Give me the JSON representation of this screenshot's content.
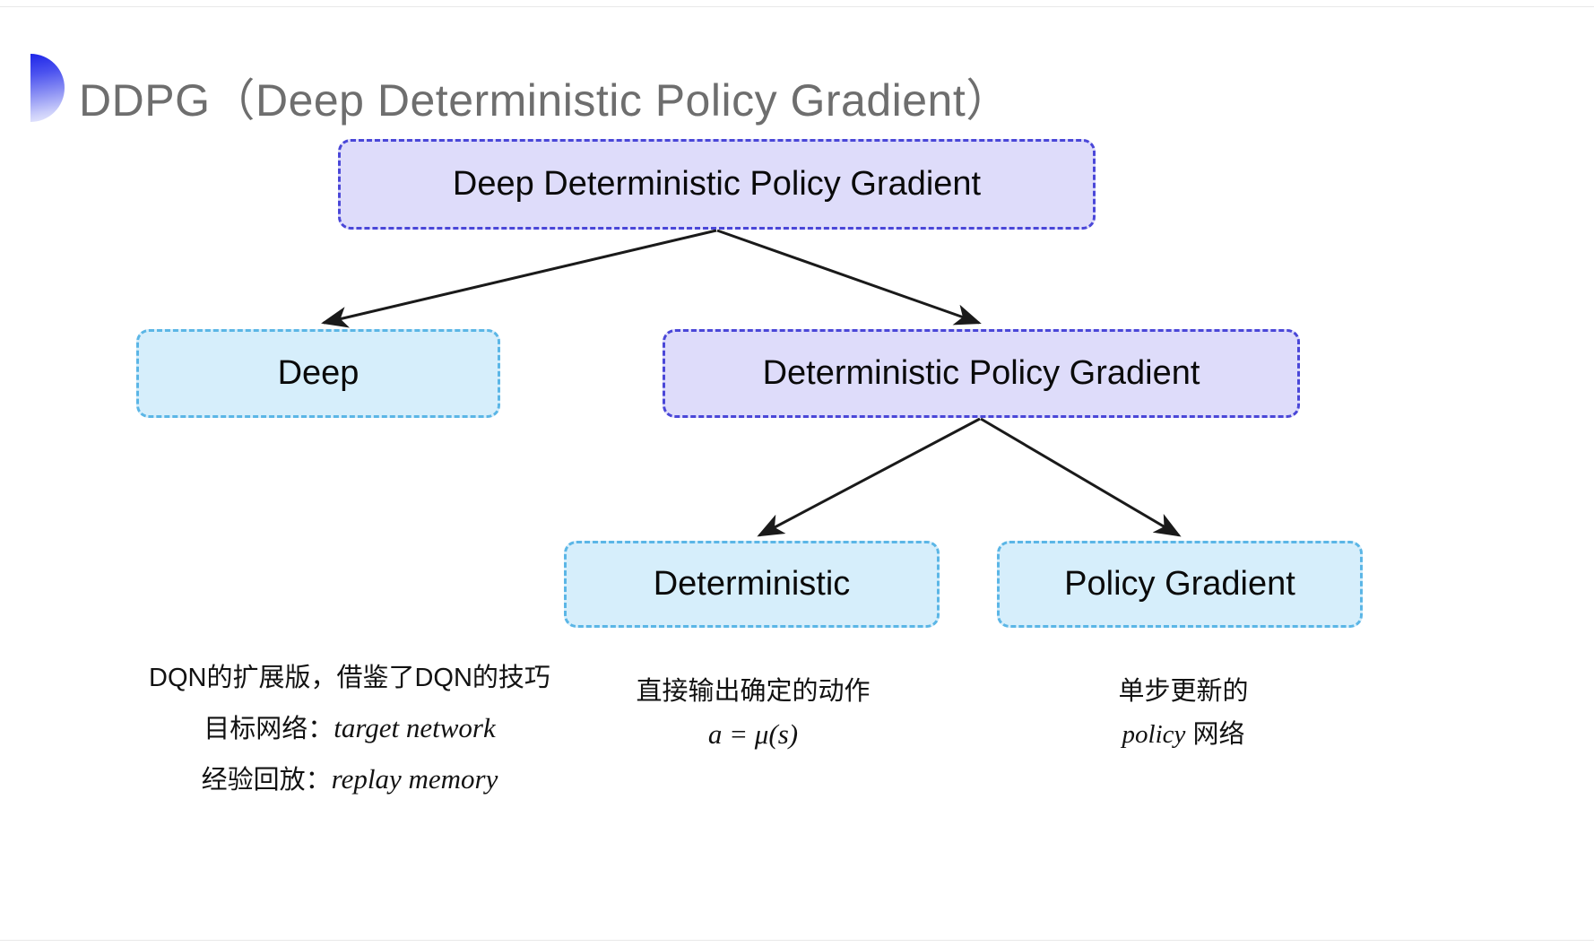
{
  "slide": {
    "title": "DDPG（Deep Deterministic Policy Gradient）",
    "background_color": "#ffffff",
    "decoration": {
      "name": "semicircle-gradient",
      "gradient_from": "#1e26e8",
      "gradient_to": "#eceefd"
    }
  },
  "palette": {
    "purple_fill": "#dedcfa",
    "purple_border": "#4a47d8",
    "cyan_fill": "#d6eefb",
    "cyan_border": "#5bb6e6",
    "arrow_color": "#1a1a1a",
    "title_color": "#6e6e6e",
    "text_color": "#121212"
  },
  "diagram": {
    "type": "tree",
    "nodes": [
      {
        "id": "root",
        "label": "Deep Deterministic Policy Gradient",
        "style": "purple",
        "level": 0
      },
      {
        "id": "deep",
        "label": "Deep",
        "style": "cyan",
        "level": 1
      },
      {
        "id": "dpg",
        "label": "Deterministic Policy Gradient",
        "style": "purple",
        "level": 1
      },
      {
        "id": "det",
        "label": "Deterministic",
        "style": "cyan",
        "level": 2
      },
      {
        "id": "pg",
        "label": "Policy Gradient",
        "style": "cyan",
        "level": 2
      }
    ],
    "edges": [
      {
        "from": "root",
        "to": "deep",
        "arrow": "end"
      },
      {
        "from": "root",
        "to": "dpg",
        "arrow": "end"
      },
      {
        "from": "dpg",
        "to": "det",
        "arrow": "end"
      },
      {
        "from": "dpg",
        "to": "pg",
        "arrow": "end"
      }
    ]
  },
  "captions": {
    "deep": {
      "lines": [
        "DQN的扩展版，借鉴了DQN的技巧",
        "目标网络：",
        "经验回放："
      ],
      "terms": [
        "target network",
        "replay memory"
      ]
    },
    "deterministic": {
      "line1": "直接输出确定的动作",
      "formula": "a = μ(s)"
    },
    "policy_gradient": {
      "line1": "单步更新的",
      "term": "policy",
      "line2_suffix": " 网络"
    }
  }
}
